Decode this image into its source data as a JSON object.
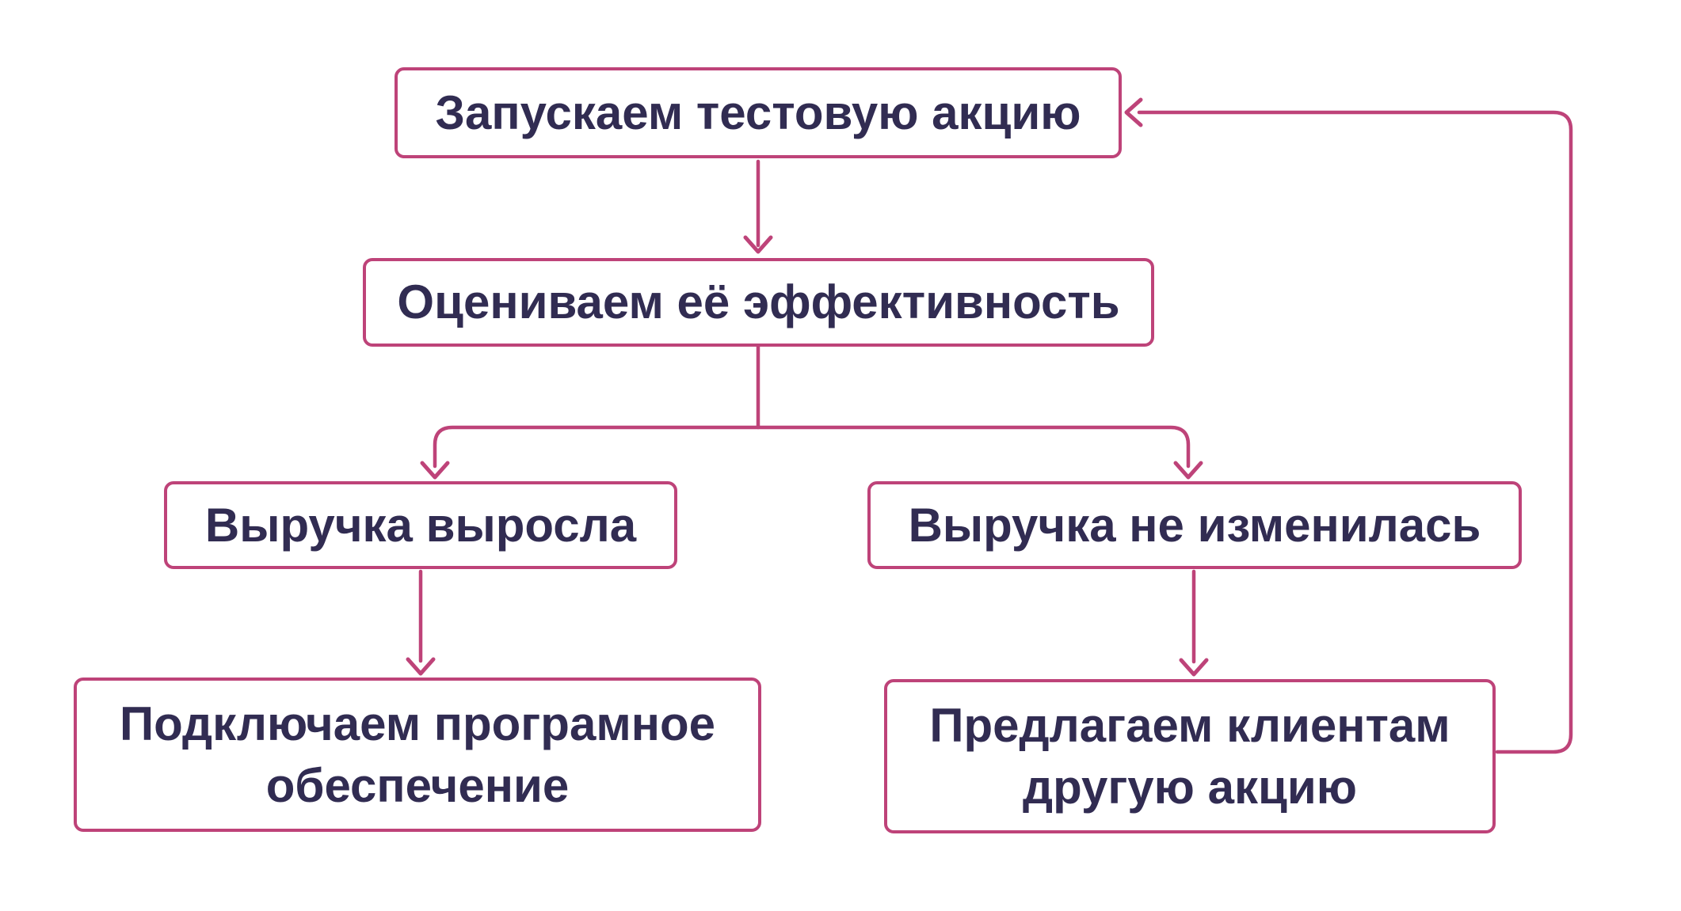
{
  "diagram": {
    "type": "flowchart",
    "language": "ru",
    "colors": {
      "accent": "#BE4379",
      "text": "#312C52",
      "background": "#FFFFFF"
    },
    "nodes": {
      "launch": {
        "label": "Запускаем тестовую акцию"
      },
      "evaluate": {
        "label": "Оцениваем её эффективность"
      },
      "revenue_up": {
        "label": "Выручка выросла"
      },
      "revenue_flat": {
        "label": "Выручка не изменилась"
      },
      "software": {
        "label": "Подключаем програмное обеспечение"
      },
      "offer": {
        "label": "Предлагаем клиентам другую акцию"
      }
    },
    "edges": [
      {
        "from": "launch",
        "to": "evaluate",
        "style": "arrow-down"
      },
      {
        "from": "evaluate",
        "to": "revenue_up",
        "style": "branch-arrow-down"
      },
      {
        "from": "evaluate",
        "to": "revenue_flat",
        "style": "branch-arrow-down"
      },
      {
        "from": "revenue_up",
        "to": "software",
        "style": "arrow-down"
      },
      {
        "from": "revenue_flat",
        "to": "offer",
        "style": "arrow-down"
      },
      {
        "from": "offer",
        "to": "launch",
        "style": "feedback-loop-right"
      }
    ]
  }
}
